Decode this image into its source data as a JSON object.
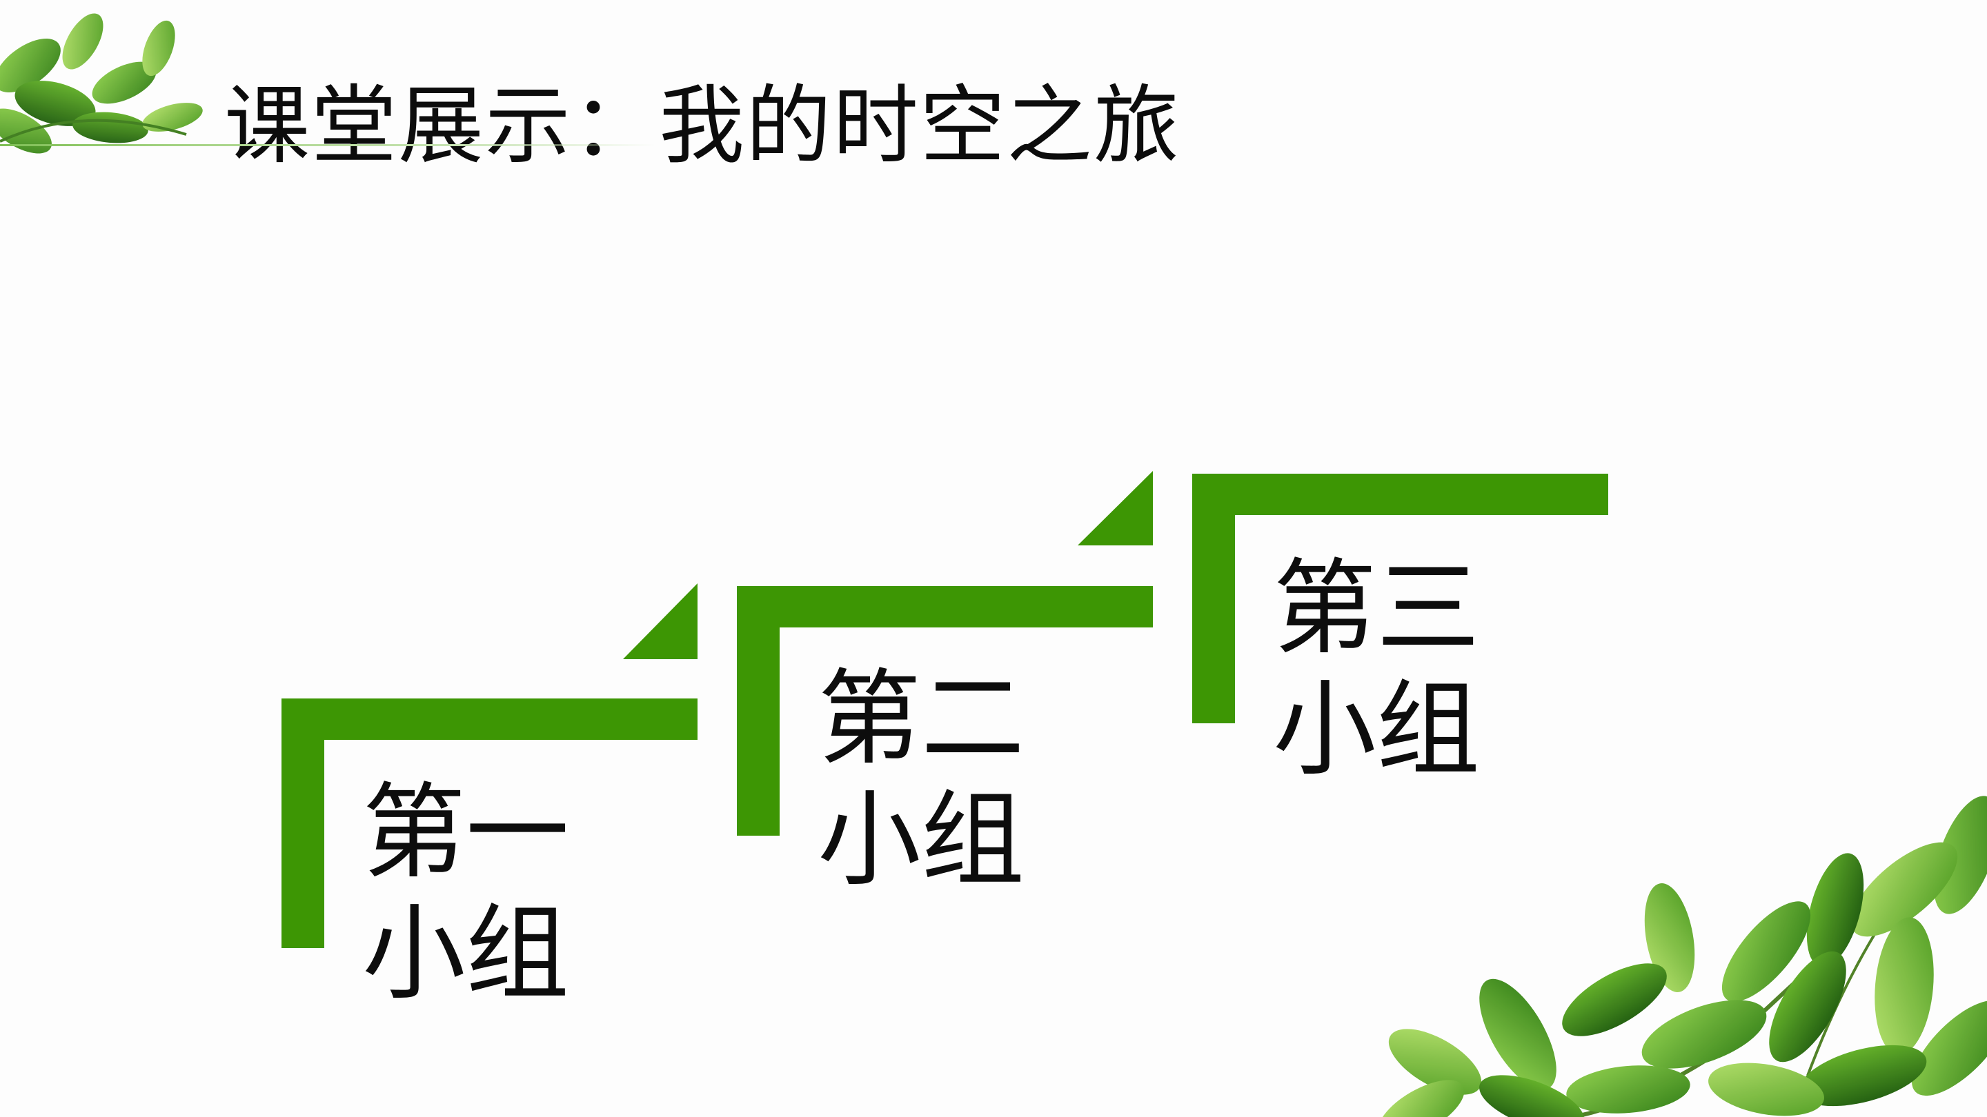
{
  "slide": {
    "title": "课堂展示：我的时空之旅",
    "accent_color": "#3d9604"
  },
  "steps": [
    {
      "line1": "第一",
      "line2": "小组"
    },
    {
      "line1": "第二",
      "line2": "小组"
    },
    {
      "line1": "第三",
      "line2": "小组"
    }
  ],
  "decorations": {
    "top_left": "leaf-cluster-icon",
    "bottom_right": "leaf-branch-icon"
  }
}
